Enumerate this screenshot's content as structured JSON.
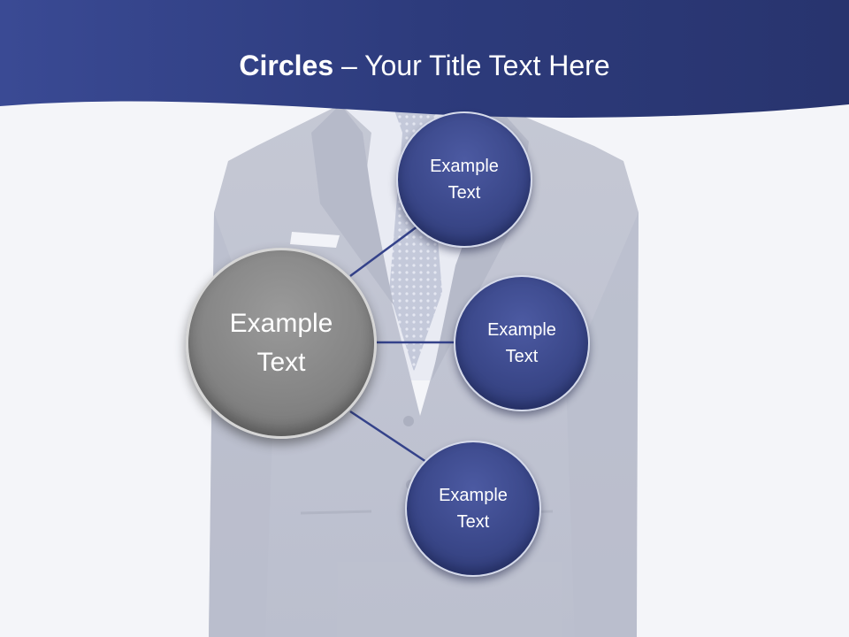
{
  "slide": {
    "title_bold": "Circles",
    "title_rest": " – Your Title Text Here"
  },
  "diagram": {
    "center": {
      "text_line1": "Example",
      "text_line2": "Text"
    },
    "nodes": [
      {
        "text_line1": "Example",
        "text_line2": "Text"
      },
      {
        "text_line1": "Example",
        "text_line2": "Text"
      },
      {
        "text_line1": "Example",
        "text_line2": "Text"
      }
    ]
  },
  "colors": {
    "header_band": "#2c3a78",
    "node_fill": "#3a4789",
    "center_fill": "#858585",
    "connector": "#34428a"
  }
}
